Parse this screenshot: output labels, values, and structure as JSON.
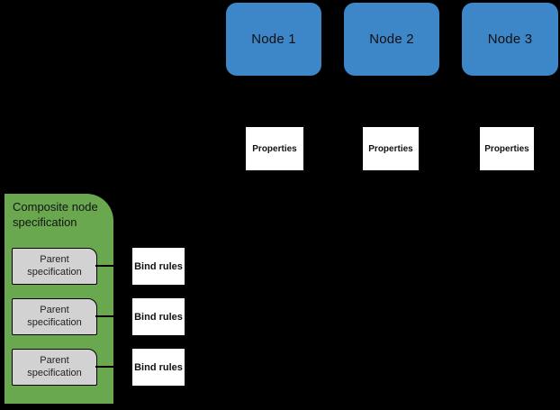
{
  "colors": {
    "background": "#000000",
    "node-blue": "#3d86c8",
    "container-green": "#6aa84f",
    "spec-gray": "#d2d2d2",
    "box-white": "#ffffff",
    "connector-black": "#000000"
  },
  "diagram": {
    "nodes": [
      {
        "label": "Node 1"
      },
      {
        "label": "Node 2"
      },
      {
        "label": "Node 3"
      }
    ],
    "properties_boxes": [
      {
        "label": "Properties"
      },
      {
        "label": "Properties"
      },
      {
        "label": "Properties"
      }
    ],
    "composite": {
      "title": "Composite node specification",
      "parents": [
        {
          "label": "Parent specification"
        },
        {
          "label": "Parent specification"
        },
        {
          "label": "Parent specification"
        }
      ]
    },
    "bind_rules": [
      {
        "label": "Bind rules"
      },
      {
        "label": "Bind rules"
      },
      {
        "label": "Bind rules"
      }
    ]
  }
}
